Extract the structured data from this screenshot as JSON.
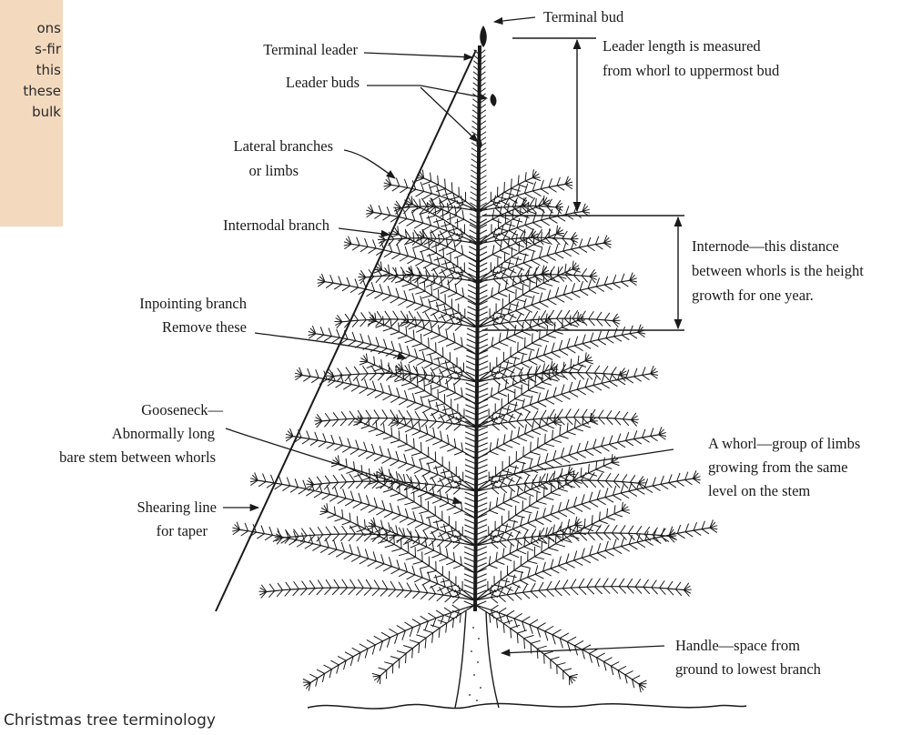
{
  "sidebar_excerpt": {
    "lines": [
      "ons",
      "s-fir",
      "this",
      "these",
      "bulk"
    ]
  },
  "labels": {
    "terminal_bud": "Terminal bud",
    "terminal_leader": "Terminal leader",
    "leader_length_1": "Leader length is measured",
    "leader_length_2": "from whorl to uppermost bud",
    "leader_buds": "Leader buds",
    "lateral_branches_1": "Lateral branches",
    "lateral_branches_2": "or limbs",
    "internodal_branch": "Internodal branch",
    "internode_1": "Internode—this distance",
    "internode_2": "between whorls is the height",
    "internode_3": "growth for one year.",
    "inpointing_1": "Inpointing branch",
    "inpointing_2": "Remove these",
    "gooseneck_1": "Gooseneck—",
    "gooseneck_2": "Abnormally long",
    "gooseneck_3": "bare stem between whorls",
    "whorl_1": "A whorl—group of limbs",
    "whorl_2": "growing from the same",
    "whorl_3": "level on the stem",
    "shearing_1": "Shearing line",
    "shearing_2": "for taper",
    "handle_1": "Handle—space from",
    "handle_2": "ground to lowest branch"
  },
  "caption": "Christmas tree terminology",
  "colors": {
    "ink": "#1a1a1a",
    "sidebar_bg": "#f3d9be"
  }
}
